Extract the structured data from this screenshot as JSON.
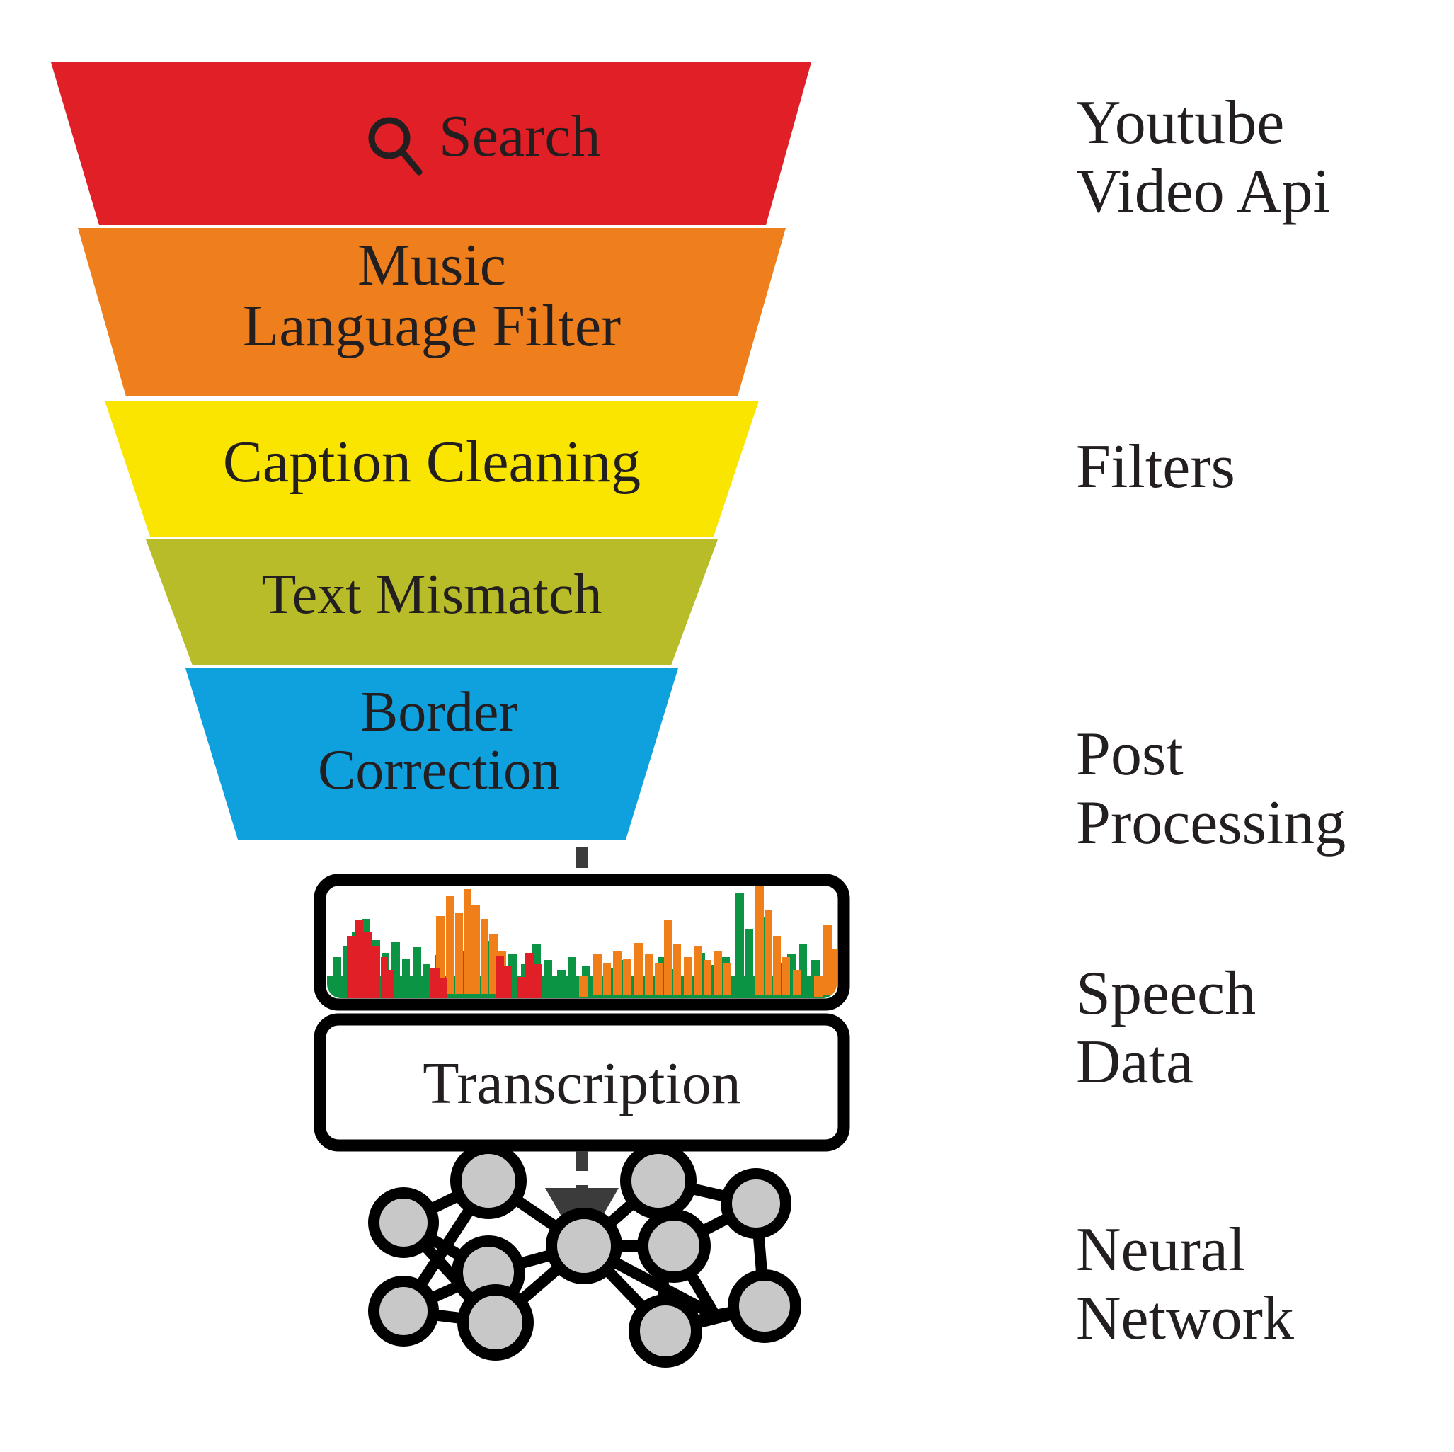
{
  "diagram": {
    "title": "Speech data collection pipeline funnel",
    "background": "#ffffff"
  },
  "funnel": {
    "stages": [
      {
        "id": "search",
        "label": "Search",
        "icon": "search-icon",
        "color": "#e01f26",
        "font_size": 84
      },
      {
        "id": "music-language-filter",
        "label": "Music\nLanguage Filter",
        "color": "#ee7f1c",
        "font_size": 84
      },
      {
        "id": "caption-cleaning",
        "label": "Caption Cleaning",
        "color": "#fae500",
        "font_size": 84
      },
      {
        "id": "text-mismatch",
        "label": "Text Mismatch",
        "color": "#b8bc28",
        "font_size": 80
      },
      {
        "id": "border-correction",
        "label": "Border\nCorrection",
        "color": "#0fa0de",
        "font_size": 80
      }
    ]
  },
  "boxes": [
    {
      "id": "spectrogram",
      "label": "",
      "type": "waveform",
      "colors": [
        "#0b9444",
        "#f07f1a",
        "#e01f26"
      ]
    },
    {
      "id": "transcription",
      "label": "Transcription",
      "type": "text-box",
      "font_size": 84
    }
  ],
  "neural_network": {
    "node_fill": "#c8c8c8",
    "node_stroke": "#000000",
    "node_count": 11
  },
  "side_labels": [
    {
      "id": "youtube-video-api",
      "text": "Youtube\nVideo Api"
    },
    {
      "id": "filters",
      "text": "Filters"
    },
    {
      "id": "post-processing",
      "text": "Post\nProcessing"
    },
    {
      "id": "speech-data",
      "text": "Speech\nData"
    },
    {
      "id": "neural-network",
      "text": "Neural\nNetwork"
    }
  ],
  "arrows": [
    {
      "id": "arrow-funnel-to-spectrogram",
      "direction": "down",
      "style": "dashed"
    },
    {
      "id": "arrow-transcription-to-network",
      "direction": "down",
      "style": "dashed"
    }
  ]
}
